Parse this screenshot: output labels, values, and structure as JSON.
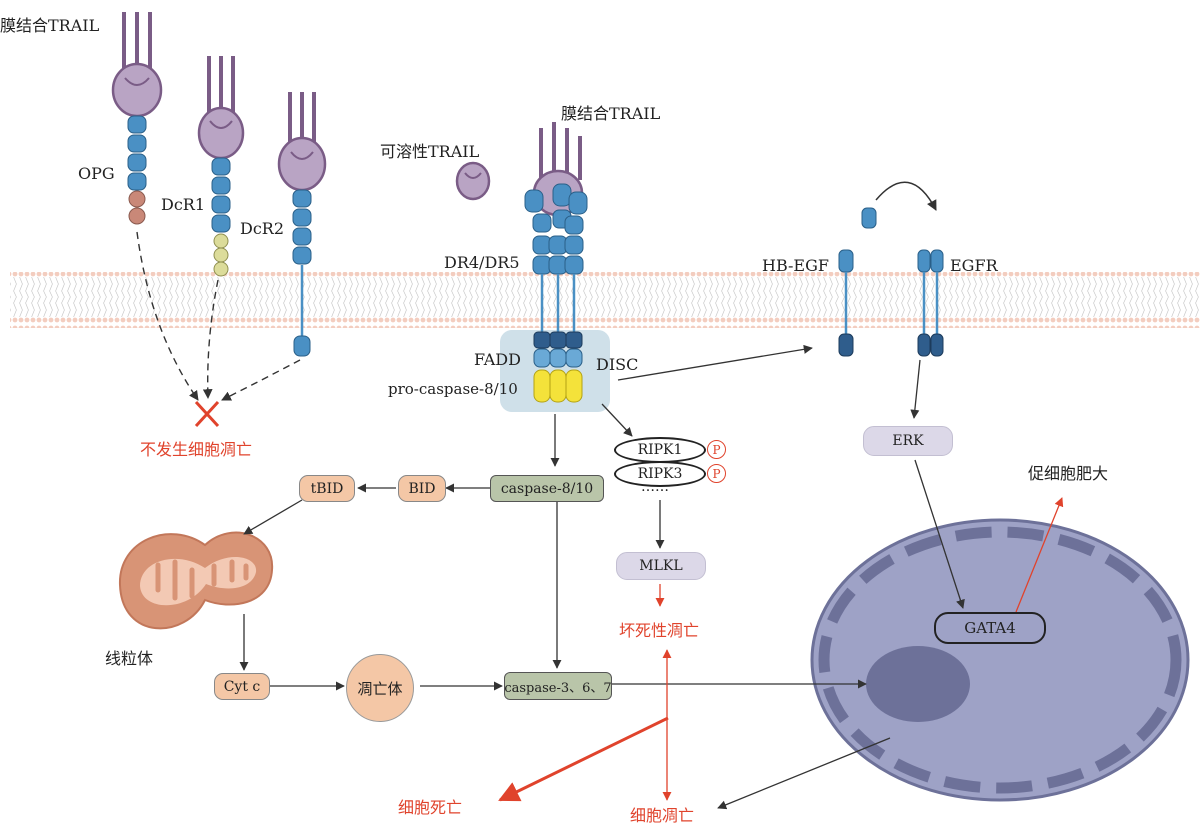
{
  "labels": {
    "membrane_trail_left": "膜结合TRAIL",
    "membrane_trail_center": "膜结合TRAIL",
    "soluble_trail": "可溶性TRAIL",
    "opg": "OPG",
    "dcr1": "DcR1",
    "dcr2": "DcR2",
    "dr4_dr5": "DR4/DR5",
    "fadd": "FADD",
    "pro_caspase": "pro-caspase-8/10",
    "disc": "DISC",
    "hb_egf": "HB-EGF",
    "egfr": "EGFR",
    "no_apoptosis": "不发生细胞凋亡",
    "mitochondria": "线粒体",
    "necroptosis": "坏死性凋亡",
    "cell_death": "细胞死亡",
    "apoptosis": "细胞凋亡",
    "hypertrophy": "促细胞肥大",
    "dots": "……"
  },
  "nodes": {
    "caspase_8_10": "caspase-8/10",
    "bid": "BID",
    "tbid": "tBID",
    "cyt_c": "Cyt c",
    "apoptotic_body": "凋亡体",
    "caspase_3_6_7": "caspase-3、6、7",
    "ripk1": "RIPK1",
    "ripk3": "RIPK3",
    "phospho": "P",
    "mlkl": "MLKL",
    "erk": "ERK",
    "gata4": "GATA4"
  },
  "colors": {
    "receptor_blue": "#4a90c4",
    "trail_purple": "#b9a4c4",
    "membrane": "#f6d9cf",
    "highlight_red": "#e0432c",
    "cell_body": "#9ea2c6",
    "disc_bg": "#cfe0e9",
    "caspase_green": "#b9c5a9"
  }
}
